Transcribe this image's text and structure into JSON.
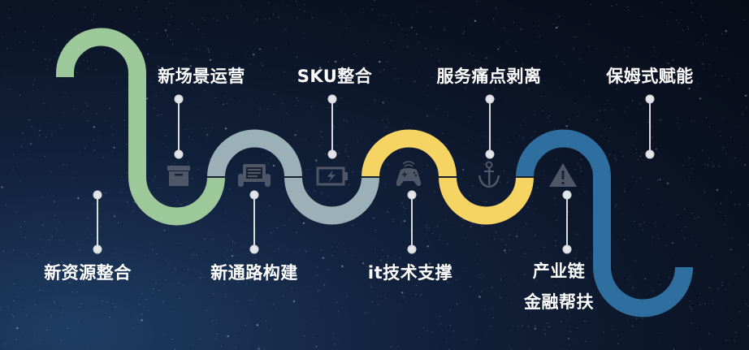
{
  "milestones_top": [
    {
      "label": "新场景运营",
      "icon": "archive-box-icon"
    },
    {
      "label": "SKU整合",
      "icon": "battery-charging-icon"
    },
    {
      "label": "服务痛点剥离",
      "icon": "anchor-icon"
    },
    {
      "label": "保姆式赋能",
      "icon": "none"
    }
  ],
  "milestones_bottom": [
    {
      "label": "新资源整合",
      "icon": "none"
    },
    {
      "label": "新通路构建",
      "icon": "tablet-hands-icon"
    },
    {
      "label": "it技术支撑",
      "icon": "gamepad-icon"
    },
    {
      "label_line1": "产业链",
      "label_line2": "金融帮扶",
      "icon": "warning-icon"
    }
  ],
  "colors": {
    "green": "#9dc89a",
    "gray": "#9cb0b8",
    "yellow": "#f5d463",
    "blue": "#2f6f9f",
    "icon": "#4f5668"
  }
}
